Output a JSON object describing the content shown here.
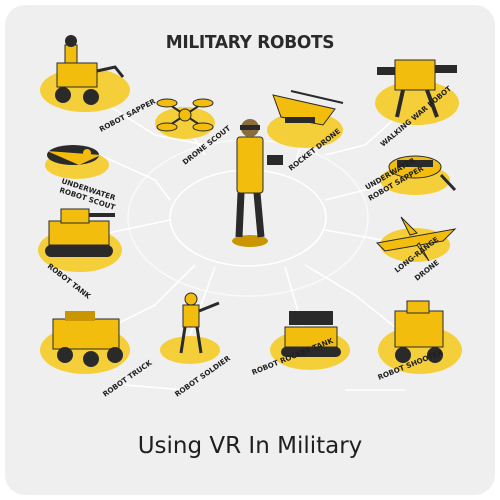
{
  "title": "MILITARY ROBOTS",
  "caption": "Using VR In Military",
  "labels": {
    "robot_sapper": "ROBOT SAPPER",
    "drone_scout": "DRONE SCOUT",
    "rocket_drone": "ROCKET DRONE",
    "walking_war_robot": "WALKING WAR ROBOT",
    "underwater_robot_scout_1": "UNDERWATER",
    "underwater_robot_scout_2": "ROBOT SCOUT",
    "underwater_robot_sapper_1": "UNDERWATER",
    "underwater_robot_sapper_2": "ROBOT SAPPER",
    "robot_tank": "ROBOT TANK",
    "long_range_drone_1": "LONG-RANGE",
    "long_range_drone_2": "DRONE",
    "robot_truck": "ROBOT TRUCK",
    "robot_soldier": "ROBOT SOLDIER",
    "robot_rocket_tank": "ROBOT ROCKET TANK",
    "robot_shooter": "ROBOT SHOOTER"
  },
  "colors": {
    "accent": "#f2bd0d",
    "accent_dark": "#c99600",
    "platform": "#f5cf3a",
    "ink": "#2a2a2a",
    "card": "#efefef"
  },
  "icons": [
    "sapper-robot-icon",
    "drone-scout-icon",
    "rocket-drone-icon",
    "walking-war-robot-icon",
    "underwater-scout-icon",
    "underwater-sapper-icon",
    "robot-tank-icon",
    "long-range-drone-icon",
    "robot-truck-icon",
    "robot-soldier-icon",
    "rocket-tank-icon",
    "robot-shooter-icon",
    "vr-soldier-icon"
  ]
}
